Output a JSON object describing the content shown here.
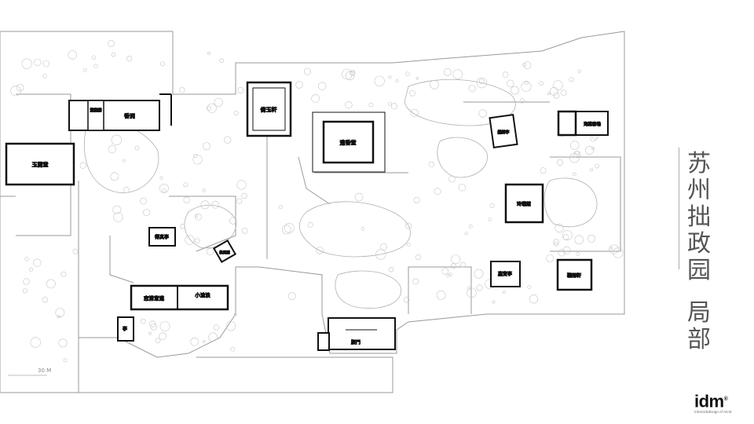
{
  "title": {
    "line1": [
      "苏",
      "州",
      "拙",
      "政",
      "园"
    ],
    "line2": [
      "局",
      "部"
    ]
  },
  "logo": {
    "word": "idm",
    "mark": "®",
    "tagline": "interior&design of mind"
  },
  "scale_label": "30 M",
  "buildings": [
    {
      "id": "yulan",
      "name": "玉蘭堂"
    },
    {
      "id": "xiangzhou",
      "name": "香洲"
    },
    {
      "id": "chengguanlou",
      "name": "澂觀樓"
    },
    {
      "id": "yiyuxuan",
      "name": "倚玉軒"
    },
    {
      "id": "yuanxiangtang",
      "name": "遠香堂"
    },
    {
      "id": "xiuqiting",
      "name": "繡綺亭"
    },
    {
      "id": "haitangchunwu",
      "name": "海棠春塢"
    },
    {
      "id": "linglongguan",
      "name": "玲瓏館"
    },
    {
      "id": "deshiting",
      "name": "得真亭"
    },
    {
      "id": "songfengge",
      "name": "松風閣"
    },
    {
      "id": "zhiqing",
      "name": "志清意遠"
    },
    {
      "id": "xiaocanglang",
      "name": "小滄浪"
    },
    {
      "id": "ting",
      "name": "亭"
    },
    {
      "id": "yaomen",
      "name": "腰門"
    },
    {
      "id": "jiashiting",
      "name": "嘉實亭"
    },
    {
      "id": "tingyuxuan",
      "name": "聽雨軒"
    }
  ]
}
